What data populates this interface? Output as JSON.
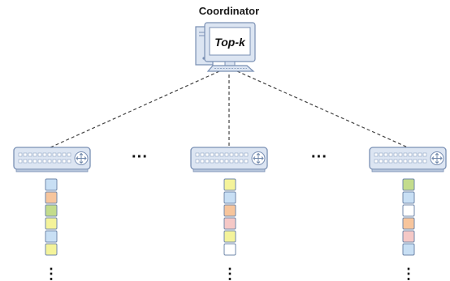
{
  "coordinator": {
    "label": "Coordinator",
    "screen_text": "Top-k",
    "icon": "desktop-computer-icon"
  },
  "switches": [
    {
      "icon": "network-switch-icon",
      "queue": [
        "blue",
        "orange",
        "green",
        "yellow",
        "blue",
        "yellow"
      ]
    },
    {
      "icon": "network-switch-icon",
      "queue": [
        "yellow",
        "blue",
        "orange",
        "pink",
        "yellow",
        "white"
      ]
    },
    {
      "icon": "network-switch-icon",
      "queue": [
        "green",
        "blue",
        "white",
        "orange",
        "pink",
        "blue"
      ]
    }
  ],
  "between_switches": "···",
  "queue_continuation": "⋮",
  "colors": {
    "blue": "#c8dff4",
    "orange": "#f7c59c",
    "green": "#c3dc8c",
    "yellow": "#f4f39a",
    "pink": "#f5c8c6",
    "white": "#ffffff",
    "box_stroke": "#6f87aa",
    "device_fill": "#dce5f2",
    "device_stroke": "#7a90b4",
    "link": "#444444"
  }
}
